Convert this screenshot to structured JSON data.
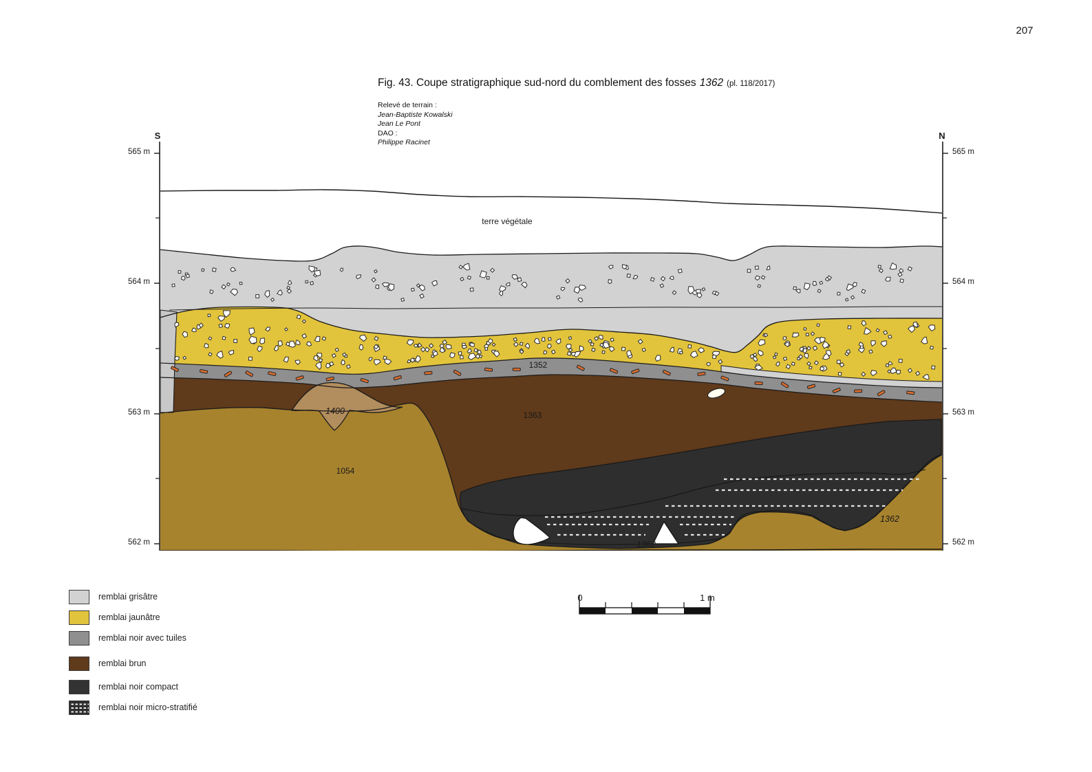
{
  "page_number": "207",
  "figure": {
    "caption_prefix": "Fig. 43. Coupe stratigraphique sud-nord du comblement des fosses",
    "caption_feature": "1362",
    "caption_suffix": "(pl. 118/2017)",
    "credits": {
      "survey_label": "Relevé de terrain :",
      "surveyor_1": "Jean-Baptiste Kowalski",
      "surveyor_2": "Jean Le Pont",
      "dao_label": "DAO :",
      "dao_author": "Philippe Racinet"
    }
  },
  "section": {
    "end_left": "S",
    "end_right": "N",
    "elevations_left": [
      "565 m",
      "564 m",
      "563 m",
      "562 m"
    ],
    "elevations_right": [
      "565 m",
      "564 m",
      "563 m",
      "562 m"
    ],
    "unit_labels": {
      "topsoil": "terre végétale",
      "us_1352": "1352",
      "us_1400": "1400",
      "us_1363": "1363",
      "us_1054": "1054",
      "us_1362_bottom": "1362",
      "us_1362_right": "1362"
    }
  },
  "legend": {
    "items": [
      {
        "label": "remblai grisâtre",
        "color": "#d2d2d2"
      },
      {
        "label": "remblai jaunâtre",
        "color": "#e2c33c"
      },
      {
        "label": "remblai noir avec tuiles",
        "color": "#8f8f8f"
      },
      {
        "label": "remblai brun",
        "color": "#5f3a1b"
      },
      {
        "label": "remblai noir compact",
        "color": "#333333"
      },
      {
        "label": "remblai noir micro-stratifié",
        "color": "#2e2e2e"
      }
    ]
  },
  "scale_bar": {
    "start_label": "0",
    "end_label": "1 m"
  },
  "colors": {
    "ochre_natural": "#a8832e",
    "brown_fill": "#5f3a1b",
    "tan_1400": "#b28d5e",
    "black_fill": "#2e2e2e",
    "gray_fill": "#d2d2d2",
    "yellow_fill": "#e2c33c",
    "tile_band_gray": "#8f8f8f",
    "tile_orange": "#dd6f2e",
    "line": "#1a1a1a"
  }
}
